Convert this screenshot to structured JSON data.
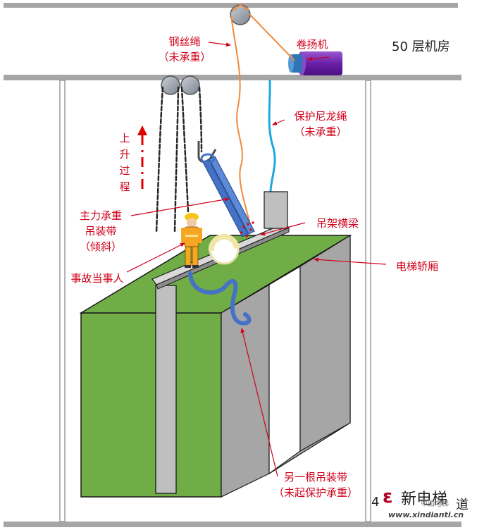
{
  "floor_label": "50 层机房",
  "labels": {
    "wire_rope": [
      "钢丝绳",
      "（未承重）"
    ],
    "winch": "卷扬机",
    "nylon_rope": [
      "保护尼龙绳",
      "（未承重）"
    ],
    "rising": [
      "上",
      "升",
      "过",
      "程"
    ],
    "main_sling": [
      "主力承重",
      "吊装带",
      "（倾斜）"
    ],
    "beam": "吊架横梁",
    "car": "电梯轿厢",
    "person": "事故当事人",
    "other_sling": [
      "另一根吊装带",
      "（未起保护承重）"
    ]
  },
  "floor_bottom_prefix": "4",
  "watermark": {
    "logo_text": "新电梯",
    "sub_text": "中国电梯",
    "url": "www.xindianti.cn",
    "trailing_char": "道"
  },
  "colors": {
    "label_red": "#d0021b",
    "car_green": "#70ad47",
    "car_side_gray": "#a6a6a6",
    "sling_blue": "#4472c4",
    "nylon_blue": "#1fa7e0",
    "wire_orange": "#f08a3c",
    "winch_purple": "#7030a0",
    "winch_cap_blue": "#2e75b6",
    "slab_gray": "#a6a6a6"
  }
}
